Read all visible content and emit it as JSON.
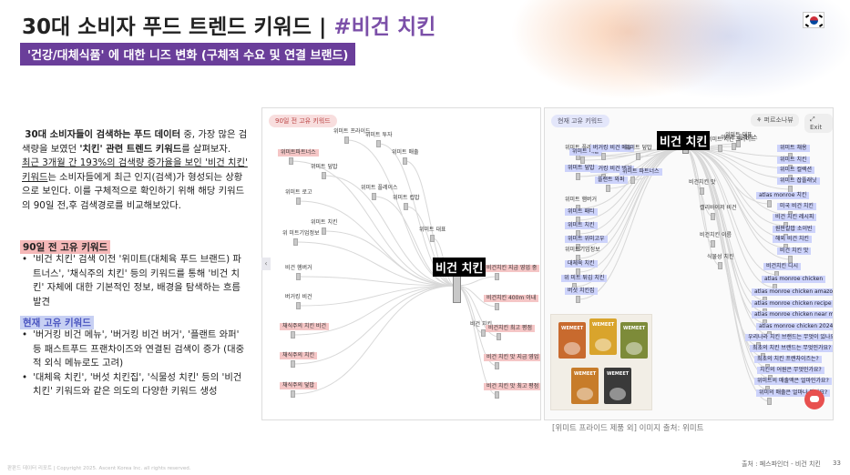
{
  "header": {
    "title": "30대 소비자 푸드 트렌드 키워드 | ",
    "title_tag": "#비건 치킨",
    "subtitle": "'건강/대체식품' 에 대한 니즈 변화 (구체적 수요 및  연결 브랜드)"
  },
  "intro": {
    "p1_bold": "30대 소비자들이 검색하는 푸드 데이터",
    "p1_rest": " 중, 가장 많은 검색량을 보였던 ",
    "p1_bold2": "'치킨' 관련 트렌드 키워드",
    "p1_rest2": "를 살펴보자.",
    "p2_underline": "최근 3개월 간 193%의 검색량 증가율을 보인 '비건 치킨' 키워드",
    "p2_rest": "는 소비자들에게 최근 인지(검색)가 형성되는 상황으로 보인다. 이를 구체적으로 확인하기 위해 해당 키워드의 90일 전,후 검색경로를 비교해보았다."
  },
  "section_before": {
    "heading": "90일 전 고유 키워드",
    "bullets": [
      "'비건 치킨' 검색 이전 '위미트(대체육 푸드 브랜드) 파트너스', '채식주의 치킨' 등의 키워드를 통해 '비건 치킨' 자체에 대한 기본적인 정보, 배경을 탐색하는 흐름 발견"
    ]
  },
  "section_now": {
    "heading": "현재 고유 키워드",
    "bullets": [
      "'버거킹 비건 메뉴', '버거킹 비건 버거', '플랜트 와퍼' 등 패스트푸드 프랜차이즈와 연결된 검색이 증가 (대중적 외식 메뉴로도 고려)",
      "'대체육 치킨', '버섯 치킨집', '식물성 치킨' 등의 '비건 치킨' 키워드와 같은 의도의 다양한 키워드 생성"
    ]
  },
  "panel_before": {
    "chip": "90일 전 고유 키워드",
    "center": "비건 치킨",
    "left_nodes": [
      {
        "t": "위미트 프라이드",
        "k": "plain"
      },
      {
        "t": "위미트 투자",
        "k": "plain"
      },
      {
        "t": "위미트파트너스",
        "k": "pink"
      },
      {
        "t": "위미트 매출",
        "k": "plain"
      },
      {
        "t": "위미트 덮밥",
        "k": "plain"
      },
      {
        "t": "위미트 로고",
        "k": "plain"
      },
      {
        "t": "위미트 플레이스",
        "k": "plain"
      },
      {
        "t": "위미트 컵밥",
        "k": "plain"
      },
      {
        "t": "위미트 치킨",
        "k": "plain"
      },
      {
        "t": "위미트 대표",
        "k": "plain"
      },
      {
        "t": "위 미트기업정보",
        "k": "plain"
      },
      {
        "t": "비건 햄버거",
        "k": "plain"
      },
      {
        "t": "버거킹 비건",
        "k": "plain"
      },
      {
        "t": "채식주의 치킨 비건",
        "k": "pink"
      },
      {
        "t": "채식주의 치킨",
        "k": "pink"
      },
      {
        "t": "채식주의 덮밥",
        "k": "pink"
      }
    ],
    "right_nodes": [
      {
        "t": "비건치킨 지금 영업 중",
        "k": "pink"
      },
      {
        "t": "비건치킨 400m 이내",
        "k": "pink"
      },
      {
        "t": "비건 치킨",
        "k": "plain"
      },
      {
        "t": "비건치킨 최고 평점",
        "k": "pink"
      },
      {
        "t": "비건 치킨 맛 지금 영업 중",
        "k": "pink"
      },
      {
        "t": "비건 치킨 맛 최고 평점",
        "k": "pink"
      }
    ]
  },
  "panel_now": {
    "chip": "현재 고유 키워드",
    "view_btn": "퍼르소나뷰",
    "exit_btn": "Exit",
    "center": "비건 치킨",
    "left_nodes": [
      {
        "t": "위미트 플레이스",
        "k": "plain"
      },
      {
        "t": "위미트 매출",
        "k": "blue"
      },
      {
        "t": "버거킹 비건 메뉴",
        "k": "blue"
      },
      {
        "t": "위미트 덮밥",
        "k": "plain"
      },
      {
        "t": "버거킹 비건 버거",
        "k": "blue"
      },
      {
        "t": "위미트 덮밥",
        "k": "blue"
      },
      {
        "t": "위미트 파트너스",
        "k": "blue"
      },
      {
        "t": "플랜트 와퍼",
        "k": "blue"
      },
      {
        "t": "위미트 햄버거",
        "k": "plain"
      },
      {
        "t": "위미트 패티",
        "k": "blue"
      },
      {
        "t": "위미트 치킨",
        "k": "blue"
      },
      {
        "t": "위미트 위미고우",
        "k": "blue"
      },
      {
        "t": "위미트기업정보",
        "k": "plain"
      },
      {
        "t": "대체육 치킨",
        "k": "blue"
      },
      {
        "t": "위 미트 튀김 치킨",
        "k": "blue"
      },
      {
        "t": "버섯 치킨집",
        "k": "blue"
      }
    ],
    "right_nodes": [
      {
        "t": "위미트 대표",
        "k": "plain"
      },
      {
        "t": "위미트 치킨 프라이드",
        "k": "plain"
      },
      {
        "t": "위미트 플레이스",
        "k": "plain"
      },
      {
        "t": "위미트 채용",
        "k": "blue"
      },
      {
        "t": "위미트 치킨",
        "k": "blue"
      },
      {
        "t": "위미트 컬렉션",
        "k": "blue"
      },
      {
        "t": "위미트 잡플래닛",
        "k": "blue"
      },
      {
        "t": "비건치킨 맛",
        "k": "plain"
      },
      {
        "t": "atlas monroe 치킨",
        "k": "blue"
      },
      {
        "t": "미국 비건 치킨",
        "k": "blue"
      },
      {
        "t": "비건 치킨 레시피",
        "k": "blue"
      },
      {
        "t": "캘리바이저 비건",
        "k": "plain"
      },
      {
        "t": "원판칼밥 소이빈",
        "k": "blue"
      },
      {
        "t": "해외 비건 치킨",
        "k": "blue"
      },
      {
        "t": "비건치킨 이름",
        "k": "plain"
      },
      {
        "t": "비건 치킨 맛",
        "k": "blue"
      },
      {
        "t": "식물성 치킨",
        "k": "plain"
      },
      {
        "t": "비건치킨 디시",
        "k": "blue"
      },
      {
        "t": "atlas monroe chicken",
        "k": "blue"
      },
      {
        "t": "atlas monroe chicken amazon",
        "k": "blue"
      },
      {
        "t": "atlas monroe chicken recipe",
        "k": "blue"
      },
      {
        "t": "atlas monroe chicken near me",
        "k": "blue"
      },
      {
        "t": "atlas monroe chicken 2024",
        "k": "blue"
      },
      {
        "t": "우리나라 치킨 브랜드는 무엇이 있나요",
        "k": "blue"
      },
      {
        "t": "최초의 치킨 브랜드는 무엇인가요?",
        "k": "blue"
      },
      {
        "t": "최초의 치킨 프랜차이즈는?",
        "k": "blue"
      },
      {
        "t": "치킨의 어원은 무엇인가요?",
        "k": "blue"
      },
      {
        "t": "위미트의 매출액은 얼마인가요?",
        "k": "blue"
      },
      {
        "t": "위미의 매출은 얼마나 되나요?",
        "k": "blue"
      }
    ],
    "product_brand": "WEMEET"
  },
  "caption": "[위미트 프라이드 제품 외] 이미지 출처: 위미트",
  "footer": {
    "left": "판판드 데이터 리포트 | Copyright 2025. Ascent Korea Inc. all rights reserved.",
    "source": "출처 : 페스파인더 - 비건 치킨",
    "page": "33"
  },
  "colors": {
    "accent": "#6a3e9a",
    "tag": "#7b4fa8",
    "pink_hl": "#f5c6c6",
    "blue_hl": "#cdd3fb"
  }
}
